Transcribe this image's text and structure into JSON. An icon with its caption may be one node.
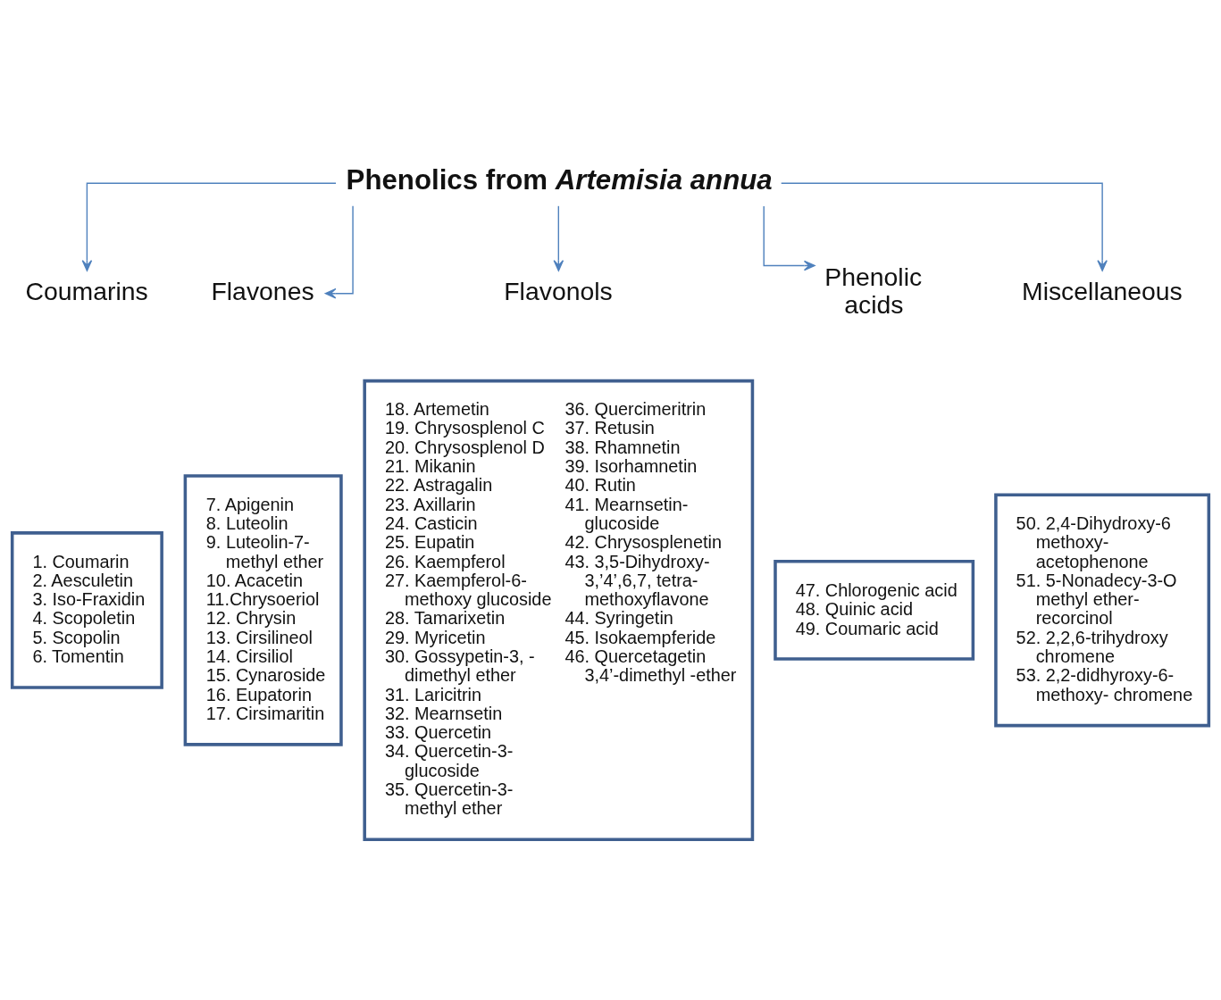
{
  "diagram": {
    "nodes": [
      {
        "text": [
          "Phenolics from *Artemisia annua*"
        ]
      },
      {
        "text": [
          "Coumarins"
        ]
      },
      {
        "text": [
          "Flavones"
        ]
      },
      {
        "text": [
          "Flavonols"
        ]
      },
      {
        "text": [
          "Phenolic acids"
        ]
      },
      {
        "text": [
          "Miscellaneous"
        ]
      },
      {
        "text": [
          "1. Coumarin",
          "2. Aesculetin",
          "3. Iso-Fraxidin",
          "4. Scopoletin",
          "5. Scopolin",
          "6. Tomentin"
        ]
      },
      {
        "text": [
          "7. Apigenin",
          "8. Luteolin",
          "9. Luteolin-7- methyl ether",
          "10. Acacetin",
          "11.Chrysoeriol",
          "12. Chrysin",
          "13. Cirsilineol",
          "14. Cirsiliol",
          "15. Cynaroside",
          "16. Eupatorin",
          "17. Cirsimaritin"
        ]
      },
      {
        "text": [
          "18. Artemetin",
          "19. Chrysosplenol C",
          "20. Chrysosplenol D",
          "21. Mikanin",
          "22. Astragalin",
          "23. Axillarin",
          "24. Casticin",
          "25. Eupatin",
          "26. Kaempferol",
          "27. Kaempferol-6- methoxy glucoside",
          "28. Tamarixetin",
          "29. Myricetin",
          "30. Gossypetin-3, - dimethyl ether",
          "31. Laricitrin",
          "32. Mearnsetin",
          "33. Quercetin",
          "34. Quercetin-3- glucoside",
          "35. Quercetin-3- methyl ether",
          "36. Quercimeritrin",
          "37. Retusin",
          "38. Rhamnetin",
          "39. Isorhamnetin",
          "40. Rutin",
          "41. Mearnsetin- glucoside",
          "42. Chrysosplenetin",
          "43. 3,5-Dihydroxy- 3,’4’,6,7, tetra- methoxyflavone",
          "44. Syringetin",
          "45. Isokaempferide",
          "46. Quercetagetin 3,4’-dimethyl -ether"
        ]
      },
      {
        "text": [
          "47. Chlorogenic acid",
          "48. Quinic acid",
          "49. Coumaric acid"
        ]
      },
      {
        "text": [
          "50. 2,4-Dihydroxy-6 methoxy- acetophenone",
          "51. 5-Nonadecy-3-O methyl ether- recorcinol",
          "52. 2,2,6-trihydroxy chromene",
          "53. 2,2-didhyroxy-6- methoxy- chromene"
        ]
      }
    ],
    "edges": [
      {
        "from": 0,
        "to": 1,
        "arrow": "to"
      },
      {
        "from": 0,
        "to": 2,
        "arrow": "to"
      },
      {
        "from": 0,
        "to": 3,
        "arrow": "to"
      },
      {
        "from": 0,
        "to": 4,
        "arrow": "to"
      },
      {
        "from": 0,
        "to": 5,
        "arrow": "to"
      }
    ]
  }
}
